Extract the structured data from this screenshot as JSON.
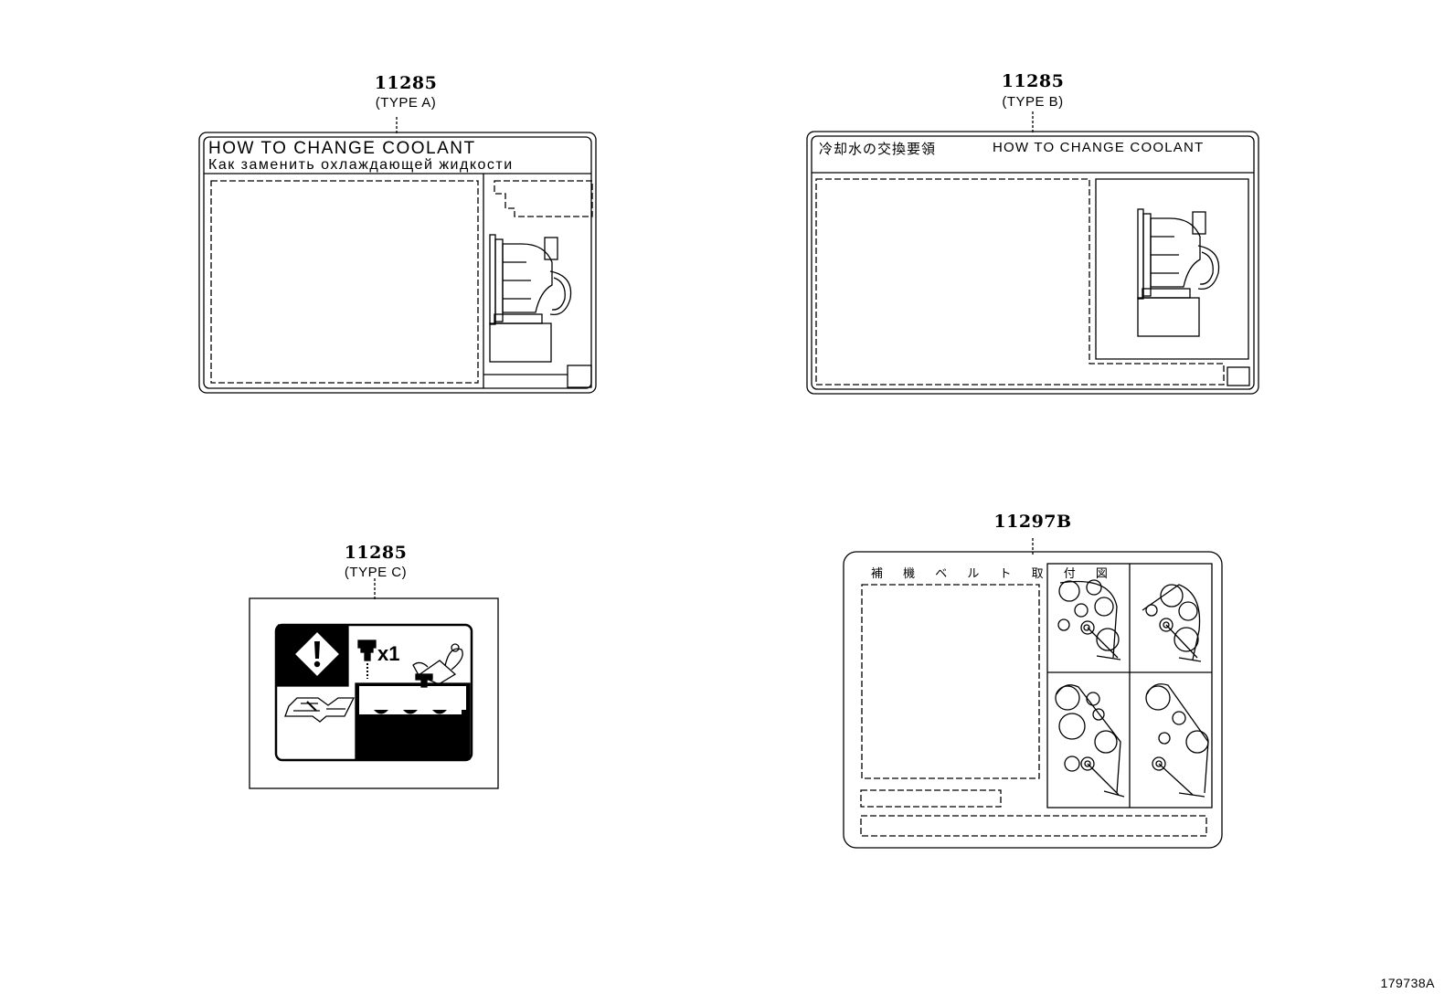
{
  "labels": {
    "a": {
      "part_number": "11285",
      "type": "(TYPE A)",
      "title_en": "HOW TO CHANGE COOLANT",
      "title_ru": "Как заменить охлаждающей жидкости"
    },
    "b": {
      "part_number": "11285",
      "type": "(TYPE B)",
      "title_jp": "冷却水の交換要領",
      "title_en": "HOW TO CHANGE COOLANT"
    },
    "c": {
      "part_number": "11285",
      "type": "(TYPE C)",
      "multiplier": "x1"
    },
    "d": {
      "part_number": "11297B",
      "title_jp": "補 機 ベ ル ト 取 付 図"
    }
  },
  "figure_id": "179738A",
  "icons": [
    "engine-illustration-icon",
    "warning-icon",
    "cap-icon",
    "watering-can-icon",
    "manual-book-icon",
    "radiator-tank-icon",
    "belt-routing-icon"
  ]
}
